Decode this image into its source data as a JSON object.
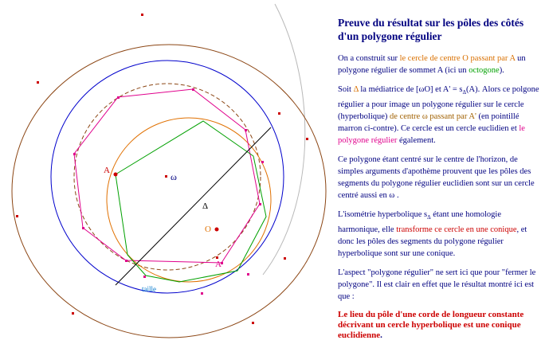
{
  "title": "Preuve du résultat sur les pôles des côtés d'un polygone régulier",
  "p1": {
    "a": "On a construit sur ",
    "b": "le cercle de centre O passant par A",
    "c": " un polygone régulier de sommet A (ici un ",
    "d": "octogone",
    "e": ")."
  },
  "p2": {
    "a": "Soit ",
    "delta": "Δ",
    "b": " la médiatrice de [ωO] et A' = s",
    "sub": "Δ",
    "c": "(A). Alors ce polgone régulier a pour image un polygone régulier sur le cercle (hyperbolique) ",
    "d": "de centre ω passant par A'",
    "e": " (en pointillé marron ci-contre). Ce cercle est un cercle euclidien et ",
    "f": "le polygone régulier",
    "g": " également."
  },
  "p3": "Ce polygone étant centré sur le centre de l'horizon, de simples arguments d'apothème prouvent que les pôles des segments du polygone régulier euclidien sont sur un cercle centré aussi en ω .",
  "p4": {
    "a": "L'isométrie hyperbolique s",
    "sub": "Δ",
    "b": " étant une homologie harmonique, elle ",
    "c": "transforme ce cercle en une conique",
    "d": ", et donc les pôles des segments du polygone régulier hyperbolique sont sur une conique."
  },
  "p5": "L'aspect \"polygone régulier\" ne sert ici que pour \"fermer le polygone\". Il est clair en effet que le résultat montré ici est que :",
  "conclusion": "Le lieu du pôle d'une corde de longueur constante décrivant un cercle hyperbolique est une conique euclidienne",
  "conclusion_end": ".",
  "labels": {
    "A": "A",
    "omega": "ω",
    "delta": "Δ",
    "O": "O",
    "A_prime": "A'",
    "taille": "taille"
  },
  "colors": {
    "horizon": "#0000cc",
    "conic": "#8b4513",
    "orange_circle": "#e07000",
    "octagon_green": "#00a000",
    "octagon_magenta": "#e0008c",
    "dashed_circle": "#8b4513",
    "line": "#000000",
    "outer_arc": "#b0b0b0"
  }
}
